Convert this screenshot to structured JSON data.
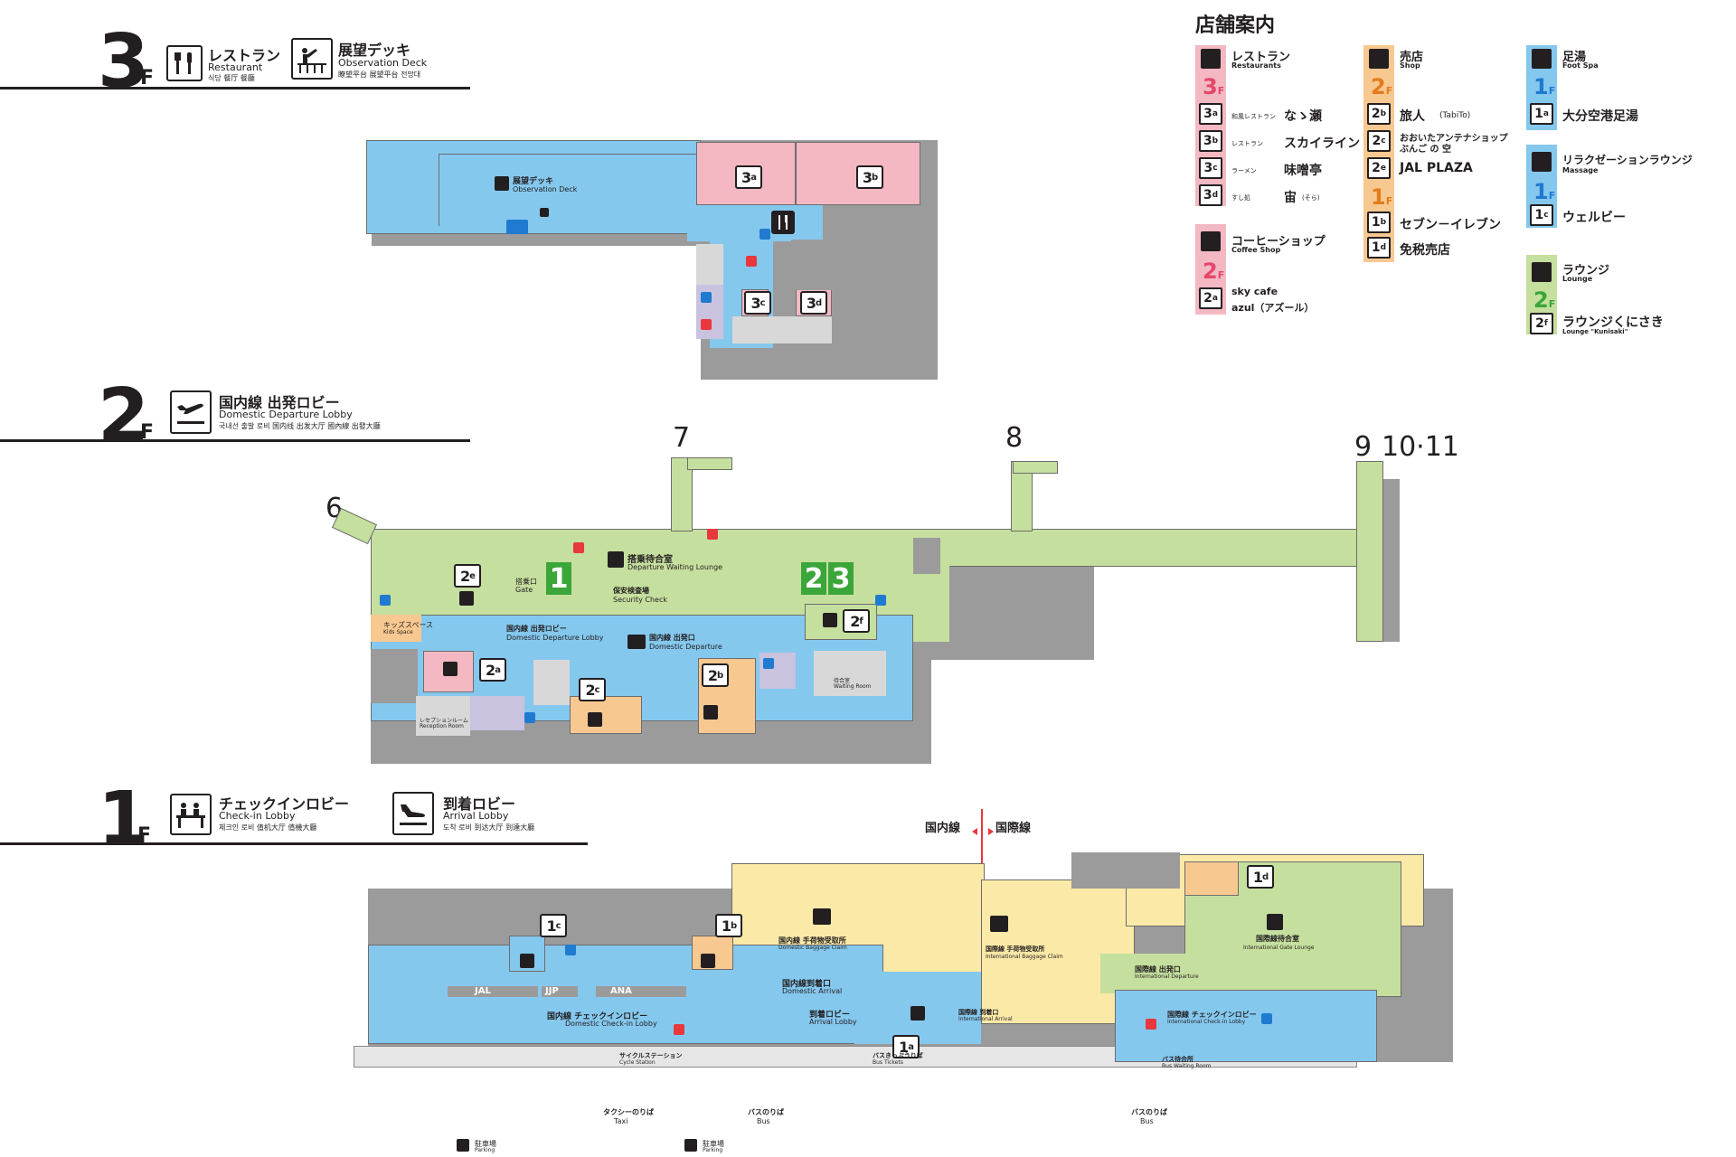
{
  "floors": {
    "f3": {
      "num": "3",
      "f": "F",
      "facilities": [
        {
          "icon": "restaurant-icon",
          "jp": "レストラン",
          "en": "Restaurant",
          "sub": "식당 餐厅 餐廳"
        },
        {
          "icon": "observation-deck-icon",
          "jp": "展望デッキ",
          "en": "Observation Deck",
          "sub": "瞭望平台 展望平台 전망대"
        }
      ],
      "map_labels": {
        "deck": "展望デッキ",
        "deck_en": "Observation Deck"
      },
      "shops": [
        {
          "main": "3",
          "sub": "a"
        },
        {
          "main": "3",
          "sub": "b"
        },
        {
          "main": "3",
          "sub": "c"
        },
        {
          "main": "3",
          "sub": "d"
        }
      ]
    },
    "f2": {
      "num": "2",
      "f": "F",
      "facilities": [
        {
          "icon": "departure-icon",
          "jp": "国内線 出発ロビー",
          "en": "Domestic Departure Lobby",
          "sub": "국내선 출발 로비 国内线 出发大厅 國內線 出發大廳"
        }
      ],
      "gates": [
        "6",
        "7",
        "8",
        "9",
        "10·11"
      ],
      "green_gates": [
        "1",
        "2",
        "3"
      ],
      "map_labels": {
        "waiting": "搭乗待合室",
        "waiting_en": "Departure Waiting Lounge",
        "lobby": "国内線 出発ロビー",
        "lobby_en": "Domestic Departure Lobby",
        "security": "保安検査場",
        "security_en": "Security Check",
        "departure": "国内線 出発口",
        "departure_en": "Domestic Departure",
        "kids": "キッズスペース",
        "kids_en": "Kids Space",
        "gate_lbl": "搭乗口",
        "gate_en": "Gate",
        "reception": "レセプションルーム",
        "reception_en": "Reception Room",
        "waiting_room": "待合室",
        "waiting_room_en": "Waiting Room"
      },
      "shops": [
        {
          "main": "2",
          "sub": "a"
        },
        {
          "main": "2",
          "sub": "b"
        },
        {
          "main": "2",
          "sub": "c"
        },
        {
          "main": "2",
          "sub": "e"
        },
        {
          "main": "2",
          "sub": "f"
        }
      ]
    },
    "f1": {
      "num": "1",
      "f": "F",
      "facilities": [
        {
          "icon": "check-in-icon",
          "jp": "チェックインロビー",
          "en": "Check-in Lobby",
          "sub": "체크인 로비 值机大厅 值機大廳"
        },
        {
          "icon": "arrival-icon",
          "jp": "到着ロビー",
          "en": "Arrival Lobby",
          "sub": "도착 로비 到达大厅 到達大廳"
        }
      ],
      "divider": {
        "left": "国内線",
        "right": "国際線"
      },
      "airlines": [
        "JAL",
        "JJP",
        "ANA"
      ],
      "map_labels": {
        "checkin": "国内線 チェックインロビー",
        "checkin_en": "Domestic Check-in Lobby",
        "arrival": "到着ロビー",
        "arrival_en": "Arrival Lobby",
        "arrival_gate": "国内線到着口",
        "arrival_gate_en": "Domestic Arrival",
        "baggage": "国内線 手荷物受取所",
        "baggage_en": "Domestic Baggage Claim",
        "intl_baggage": "国際線 手荷物受取所",
        "intl_baggage_en": "International Baggage Claim",
        "intl_waiting": "国際線待合室",
        "intl_waiting_en": "International Gate Lounge",
        "intl_departure": "国際線 出発口",
        "intl_departure_en": "International Departure",
        "intl_arrival": "国際線 到着口",
        "intl_arrival_en": "International Arrival",
        "intl_checkin": "国際線 チェックインロビー",
        "intl_checkin_en": "International Check-in Lobby",
        "taxi": "タクシーのりば",
        "taxi_en": "Taxi",
        "bus": "バスのりば",
        "bus_en": "Bus",
        "bus2": "バスのりば",
        "bus2_en": "Bus",
        "cycle": "サイクルステーション",
        "cycle_en": "Cycle Station",
        "bus_ticket": "バスきっぷうりば",
        "bus_ticket_en": "Bus Tickets",
        "bus_waiting": "バス待合所",
        "bus_waiting_en": "Bus Waiting Room",
        "parking": "駐車場",
        "parking_en": "Parking",
        "parking2": "駐車場",
        "parking2_en": "Parking"
      },
      "shops": [
        {
          "main": "1",
          "sub": "a"
        },
        {
          "main": "1",
          "sub": "b"
        },
        {
          "main": "1",
          "sub": "c"
        },
        {
          "main": "1",
          "sub": "d"
        }
      ]
    }
  },
  "legend": {
    "title": "店舗案内",
    "restaurants": {
      "jp": "レストラン",
      "en": "Restaurants",
      "floor": "3",
      "color": "#f3b8c2",
      "items": [
        {
          "main": "3",
          "sub": "a",
          "cat": "和風レストラン",
          "name": "なゝ瀬"
        },
        {
          "main": "3",
          "sub": "b",
          "cat": "レストラン",
          "name": "スカイライン"
        },
        {
          "main": "3",
          "sub": "c",
          "cat": "ラーメン",
          "name": "味噌亭"
        },
        {
          "main": "3",
          "sub": "d",
          "cat": "すし処",
          "name": "宙",
          "extra": "(そら)"
        }
      ]
    },
    "coffee": {
      "jp": "コーヒーショップ",
      "en": "Coffee Shop",
      "floor": "2",
      "items": [
        {
          "main": "2",
          "sub": "a",
          "name": "sky cafe",
          "name2": "azul（アズール）"
        }
      ]
    },
    "shop": {
      "jp": "売店",
      "en": "Shop",
      "floor": "2",
      "color": "#f8c891",
      "items": [
        {
          "main": "2",
          "sub": "b",
          "name": "旅人",
          "extra": "(TabiTo)"
        },
        {
          "main": "2",
          "sub": "c",
          "name": "おおいたアンテナショップ",
          "name2": "ぶんご の 空"
        },
        {
          "main": "2",
          "sub": "e",
          "name": "JAL PLAZA"
        }
      ],
      "floor2": "1",
      "items2": [
        {
          "main": "1",
          "sub": "b",
          "name": "セブン－イレブン"
        },
        {
          "main": "1",
          "sub": "d",
          "name": "免税売店"
        }
      ]
    },
    "footspa": {
      "jp": "足湯",
      "en": "Foot Spa",
      "floor": "1",
      "color": "#85c8ee",
      "items": [
        {
          "main": "1",
          "sub": "a",
          "name": "大分空港足湯"
        }
      ]
    },
    "massage": {
      "jp": "リラクゼーションラウンジ",
      "en": "Massage",
      "floor": "1",
      "items": [
        {
          "main": "1",
          "sub": "c",
          "name": "ウェルビー"
        }
      ]
    },
    "lounge": {
      "jp": "ラウンジ",
      "en": "Lounge",
      "floor": "2",
      "color": "#c5df9e",
      "items": [
        {
          "main": "2",
          "sub": "f",
          "name": "ラウンジくにさき",
          "name2": "Lounge \"Kunisaki\""
        }
      ]
    }
  }
}
